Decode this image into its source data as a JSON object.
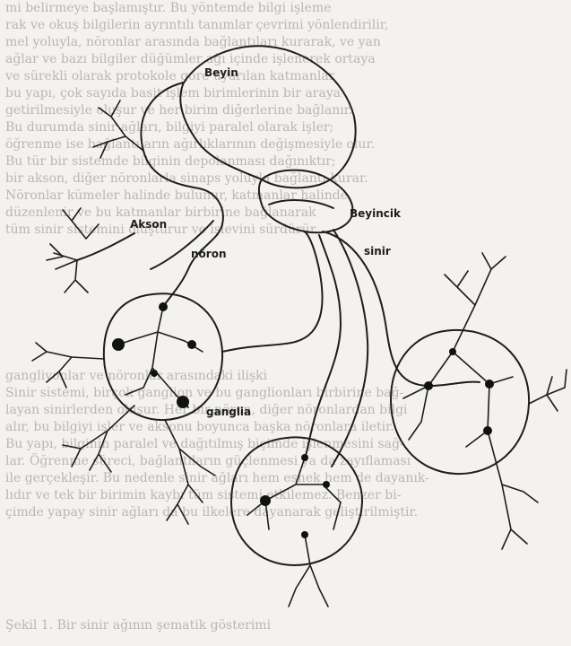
{
  "labels": {
    "brain": "Beyin",
    "cerebellum": "Beyincik",
    "nerve": "sinir",
    "axon": "Akson",
    "neuron": "nöron",
    "ganglia": "ganglia"
  },
  "background_text": {
    "top_lines": [
      "mi belirmeye başlamıştır. Bu yöntemde bilgi işleme",
      "rak ve okuş bilgilerin ayrıntılı tanımlar çevrimi yönlendirilir,",
      "mel yoluyla, nöronlar arasında bağlantıları kurarak, ve yan",
      "ağlar ve bazı bilgiler düğümler ağı içinde işlenerek ortaya",
      "ve sürekli olarak protokole gore uyarılan katmanlar",
      "bu yapı, çok sayıda basit işlem birimlerinin bir araya",
      "getirilmesiyle oluşur ve her birim diğerlerine bağlanır.",
      "Bu durumda sinir ağları, bilgiyi paralel olarak işler;",
      "öğrenme ise bağlantıların ağırlıklarının değişmesiyle olur.",
      "Bu tür bir sistemde bilginin depolanması dağınıktır;",
      "bir akson, diğer nöronlarla sinaps yoluyla bağlantı kurar.",
      "Nöronlar kümeler halinde bulunur, katmanlar halinde",
      "düzenlenir ve bu katmanlar birbirine bağlanarak",
      "tüm sinir sistemini oluşturur ve işlevini sürdürür."
    ],
    "mid_lines": [
      "gangliyonlar ve nöronlar arasındaki ilişki",
      "Sinir sistemi, birçok ganglion ve bu ganglionları birbirine bağ-",
      "layan sinirlerden oluşur. Her bir nöron, diğer nöronlardan bilgi",
      "alır, bu bilgiyi işler ve aksonu boyunca başka nöronlara iletir.",
      "Bu yapı, bilginin paralel ve dağıtılmış biçimde işlenmesini sağ-",
      "lar. Öğrenme süreci, bağlantıların güçlenmesi ya da zayıflaması",
      "ile gerçekleşir. Bu nedenle sinir ağları hem esnek hem de dayanık-",
      "lıdır ve tek bir birimin kaybı tüm sistemi etkilemez. Benzer bi-",
      "çimde yapay sinir ağları da bu ilkelere dayanarak geliştirilmiştir."
    ],
    "bottom_lines": [
      "Şekil 1. Bir sinir ağının şematik gösterimi"
    ]
  }
}
